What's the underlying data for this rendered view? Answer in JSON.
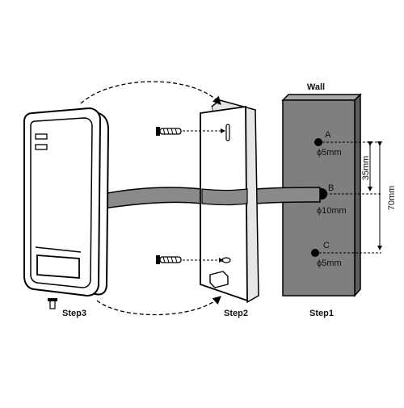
{
  "wall": {
    "title": "Wall",
    "fill": "#7f7f7f",
    "holes": [
      {
        "letter": "A",
        "size": "ϕ5mm"
      },
      {
        "letter": "B",
        "size": "ϕ10mm"
      },
      {
        "letter": "C",
        "size": "ϕ5mm"
      }
    ]
  },
  "dimensions": {
    "ab": "35mm",
    "ac": "70mm"
  },
  "steps": {
    "step1": "Step1",
    "step2": "Step2",
    "step3": "Step3"
  },
  "cable_color": "#8a8a8a"
}
